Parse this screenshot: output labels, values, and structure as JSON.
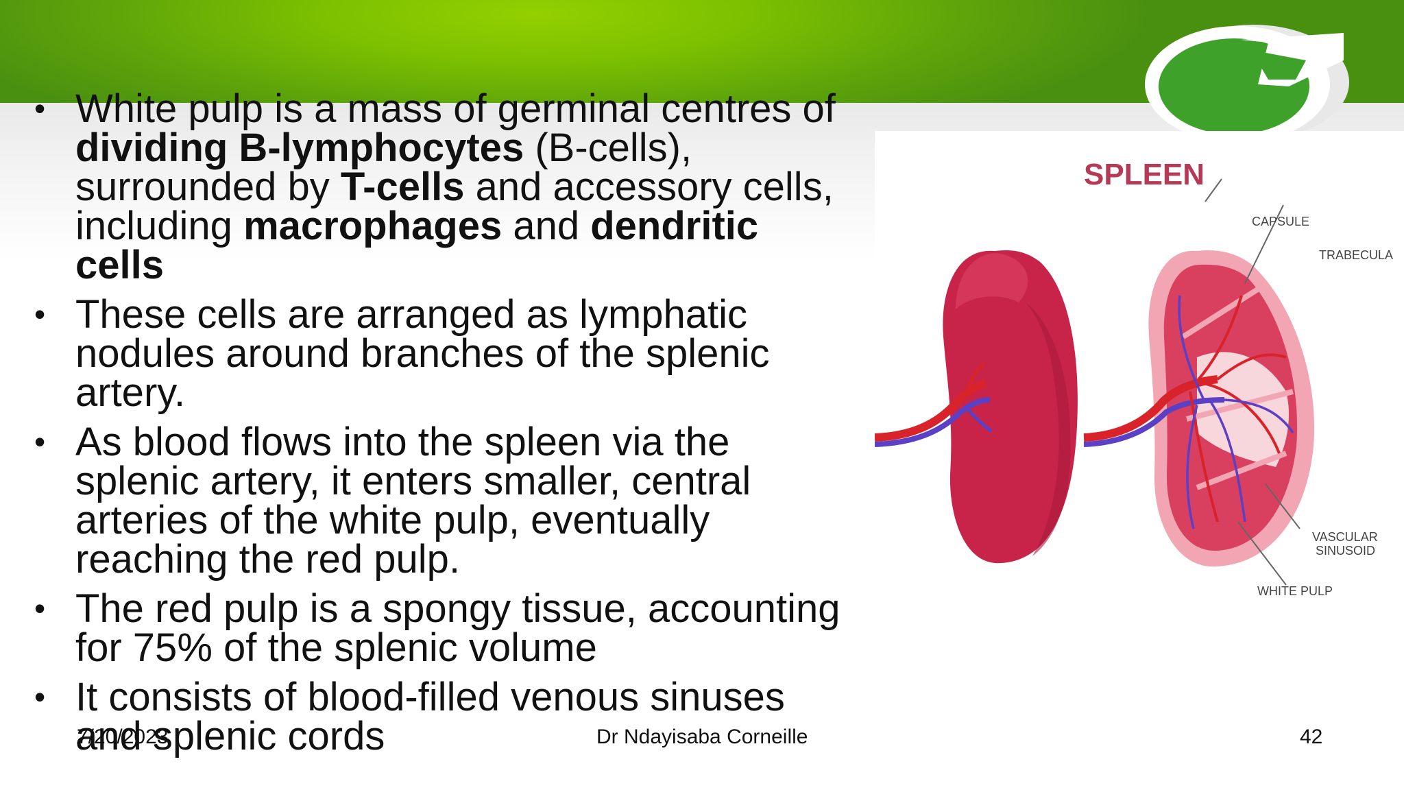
{
  "slide": {
    "bullets": [
      {
        "parts": [
          {
            "text": "White pulp is a mass of germinal centres of ",
            "bold": false
          },
          {
            "text": "dividing B-lymphocytes",
            "bold": true
          },
          {
            "text": " (B-cells), surrounded by ",
            "bold": false
          },
          {
            "text": "T-cells",
            "bold": true
          },
          {
            "text": " and accessory cells, including ",
            "bold": false
          },
          {
            "text": "macrophages",
            "bold": true
          },
          {
            "text": " and ",
            "bold": false
          },
          {
            "text": "dendritic cells",
            "bold": true
          }
        ]
      },
      {
        "parts": [
          {
            "text": "These cells are arranged as lymphatic nodules around branches of the splenic artery.",
            "bold": false
          }
        ]
      },
      {
        "parts": [
          {
            "text": "As blood flows into the spleen via the splenic artery, it enters smaller, central arteries of the white pulp, eventually reaching the red pulp.",
            "bold": false
          }
        ]
      },
      {
        "parts": [
          {
            "text": "The red pulp is a spongy tissue, accounting for 75% of the splenic volume",
            "bold": false
          }
        ]
      },
      {
        "parts": [
          {
            "text": "It consists of blood-filled venous sinuses and splenic cords",
            "bold": false
          }
        ]
      }
    ]
  },
  "diagram": {
    "title": "SPLEEN",
    "labels": {
      "capsule": "CAPSULE",
      "trabecula": "TRABECULA",
      "vascular_1": "VASCULAR",
      "vascular_2": "SINUSOID",
      "white_pulp": "WHITE PULP"
    }
  },
  "footer": {
    "date": "7/20/2023",
    "author": "Dr Ndayisaba Corneille",
    "page": "42"
  },
  "colors": {
    "header_green": "#7cc000",
    "logo_green": "#3da12a",
    "spleen_red": "#c8244a",
    "spleen_pink": "#f2a5b3",
    "artery": "#d8232a",
    "vein": "#5b3fc4"
  }
}
